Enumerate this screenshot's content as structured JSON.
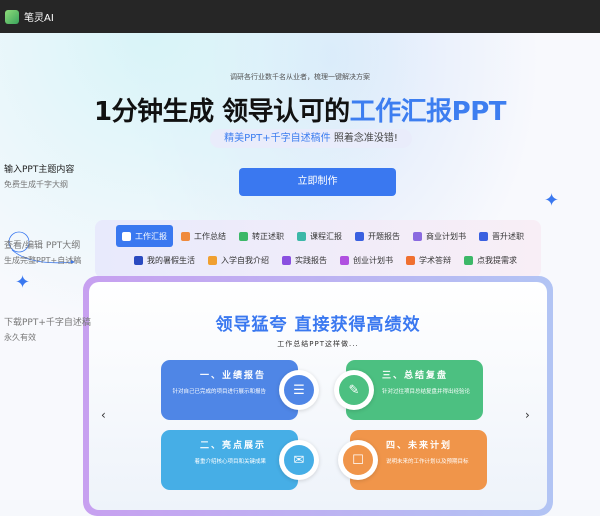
{
  "app": {
    "name": "笔灵AI"
  },
  "hero": {
    "subtitle": "调研各行业数千名从业者，梳理一键解决方案",
    "title_main": "1分钟生成 领导认可的",
    "title_highlight": "工作汇报PPT",
    "pill_highlight": "精美PPT+千字自述稿件",
    "pill_rest": " 照着念准没错!",
    "cta": "立即制作"
  },
  "steps": [
    {
      "title": "输入PPT主题内容",
      "desc": "免费生成千字大纲"
    },
    {
      "title": "查看/编辑 PPT大纲",
      "desc": "生成完整PPT+自述稿"
    },
    {
      "title": "下载PPT+千字自述稿",
      "desc": "永久有效"
    }
  ],
  "tabs_row1": [
    {
      "label": "工作汇报",
      "color": "#ffffff",
      "active": true
    },
    {
      "label": "工作总结",
      "color": "#f08a3c"
    },
    {
      "label": "转正述职",
      "color": "#3cb868"
    },
    {
      "label": "课程汇报",
      "color": "#3cb8a8"
    },
    {
      "label": "开题报告",
      "color": "#3a60e0"
    },
    {
      "label": "商业计划书",
      "color": "#8a6ae0"
    },
    {
      "label": "晋升述职",
      "color": "#3a60e0"
    }
  ],
  "tabs_row2": [
    {
      "label": "我的暑假生活",
      "color": "#2a4ac0"
    },
    {
      "label": "入学自我介绍",
      "color": "#f0a030"
    },
    {
      "label": "实践报告",
      "color": "#8a50e0"
    },
    {
      "label": "创业计划书",
      "color": "#b050e0"
    },
    {
      "label": "学术答辩",
      "color": "#f07030"
    },
    {
      "label": "点我提需求",
      "color": "#3cb868"
    }
  ],
  "preview": {
    "heading": "领导猛夸 直接获得高绩效",
    "subheading": "工作总结PPT这样做...",
    "cards": [
      {
        "title": "一、业绩报告",
        "desc": "针对自己已完成的项目进行展示和报告",
        "color": "#4f86e6",
        "icon": "books-icon"
      },
      {
        "title": "三、总结复盘",
        "desc": "针对过往项目总结复盘并得出经验论",
        "color": "#4cc081",
        "icon": "notebook-icon"
      },
      {
        "title": "二、亮点展示",
        "desc": "着重介绍核心项目和关键成果",
        "color": "#46aee6",
        "icon": "envelope-icon"
      },
      {
        "title": "四、未来计划",
        "desc": "说明未来的工作计划以及预期目标",
        "color": "#f0954a",
        "icon": "message-icon"
      }
    ],
    "prev": "‹",
    "next": "›"
  }
}
